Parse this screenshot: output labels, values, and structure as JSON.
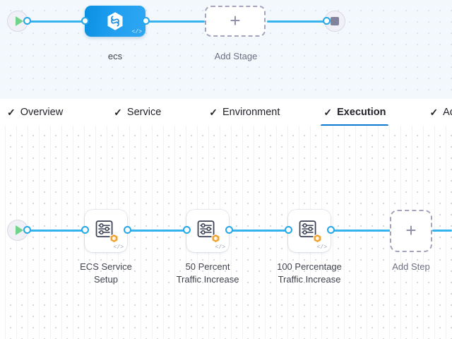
{
  "stage_canvas": {
    "name": "pipeline-stage-canvas",
    "background_color": "#f2f8fc",
    "start_node": {
      "icon": "play-icon",
      "label": ""
    },
    "end_node": {
      "icon": "stop-icon",
      "label": ""
    },
    "stages": [
      {
        "id": "ecs",
        "label": "ecs",
        "icon": "ecs-hexagon-icon",
        "code_glyph": "</>",
        "accent": "#1f9ef0",
        "type": "deployment-stage"
      }
    ],
    "add_stage": {
      "label": "Add Stage",
      "icon": "plus-icon"
    }
  },
  "tabs": {
    "name": "stage-config-tabs",
    "check_glyph": "✓",
    "active": "Execution",
    "active_underline_color": "#0b79d0",
    "items": [
      {
        "label": "Overview",
        "checked": true,
        "active": false
      },
      {
        "label": "Service",
        "checked": true,
        "active": false
      },
      {
        "label": "Environment",
        "checked": true,
        "active": false
      },
      {
        "label": "Execution",
        "checked": true,
        "active": true
      },
      {
        "label": "Advanced",
        "checked": true,
        "active": false
      }
    ]
  },
  "execution_canvas": {
    "name": "execution-steps-canvas",
    "background_color": "#ffffff",
    "start_node": {
      "icon": "play-icon"
    },
    "steps": [
      {
        "label": "ECS Service\nSetup",
        "icon": "step-settings-icon",
        "badge": "orange-hexagon-badge",
        "code_glyph": "</>"
      },
      {
        "label": "50 Percent\nTraffic Increase",
        "icon": "step-settings-icon",
        "badge": "orange-hexagon-badge",
        "code_glyph": "</>"
      },
      {
        "label": "100 Percentage\nTraffic Increase",
        "icon": "step-settings-icon",
        "badge": "orange-hexagon-badge",
        "code_glyph": "</>"
      }
    ],
    "add_step": {
      "label": "Add Step",
      "icon": "plus-icon"
    }
  },
  "colors": {
    "wire": "#36b3ef",
    "port_ring": "#25a6e8",
    "badge_orange": "#f0a22e",
    "stage_blue": "#1f9ef0",
    "play_green": "#72d48a"
  }
}
